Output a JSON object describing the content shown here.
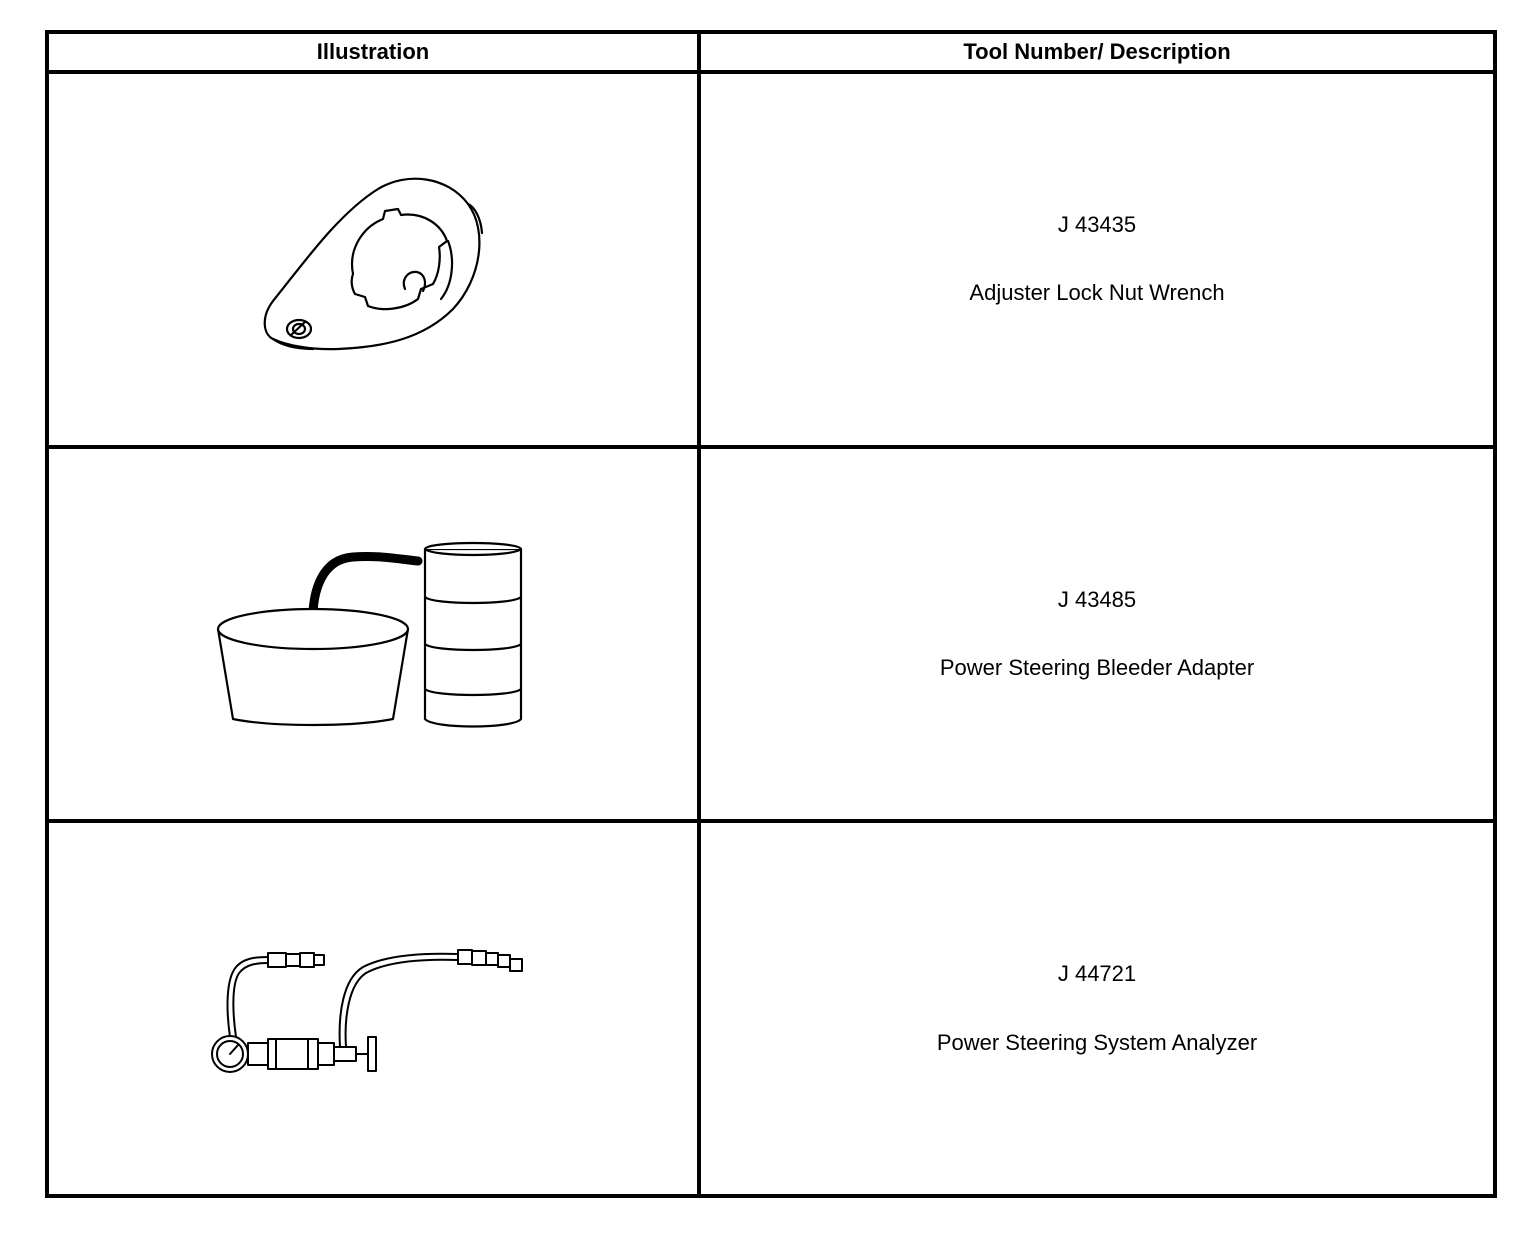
{
  "table": {
    "headers": {
      "illustration": "Illustration",
      "description": "Tool Number/ Description"
    },
    "rows": [
      {
        "tool_number": "J 43435",
        "description": "Adjuster Lock Nut Wrench",
        "icon": "lock-nut-wrench-icon"
      },
      {
        "tool_number": "J 43485",
        "description": "Power Steering Bleeder Adapter",
        "icon": "bleeder-adapter-icon"
      },
      {
        "tool_number": "J 44721",
        "description": "Power Steering System Analyzer",
        "icon": "system-analyzer-icon"
      }
    ]
  }
}
